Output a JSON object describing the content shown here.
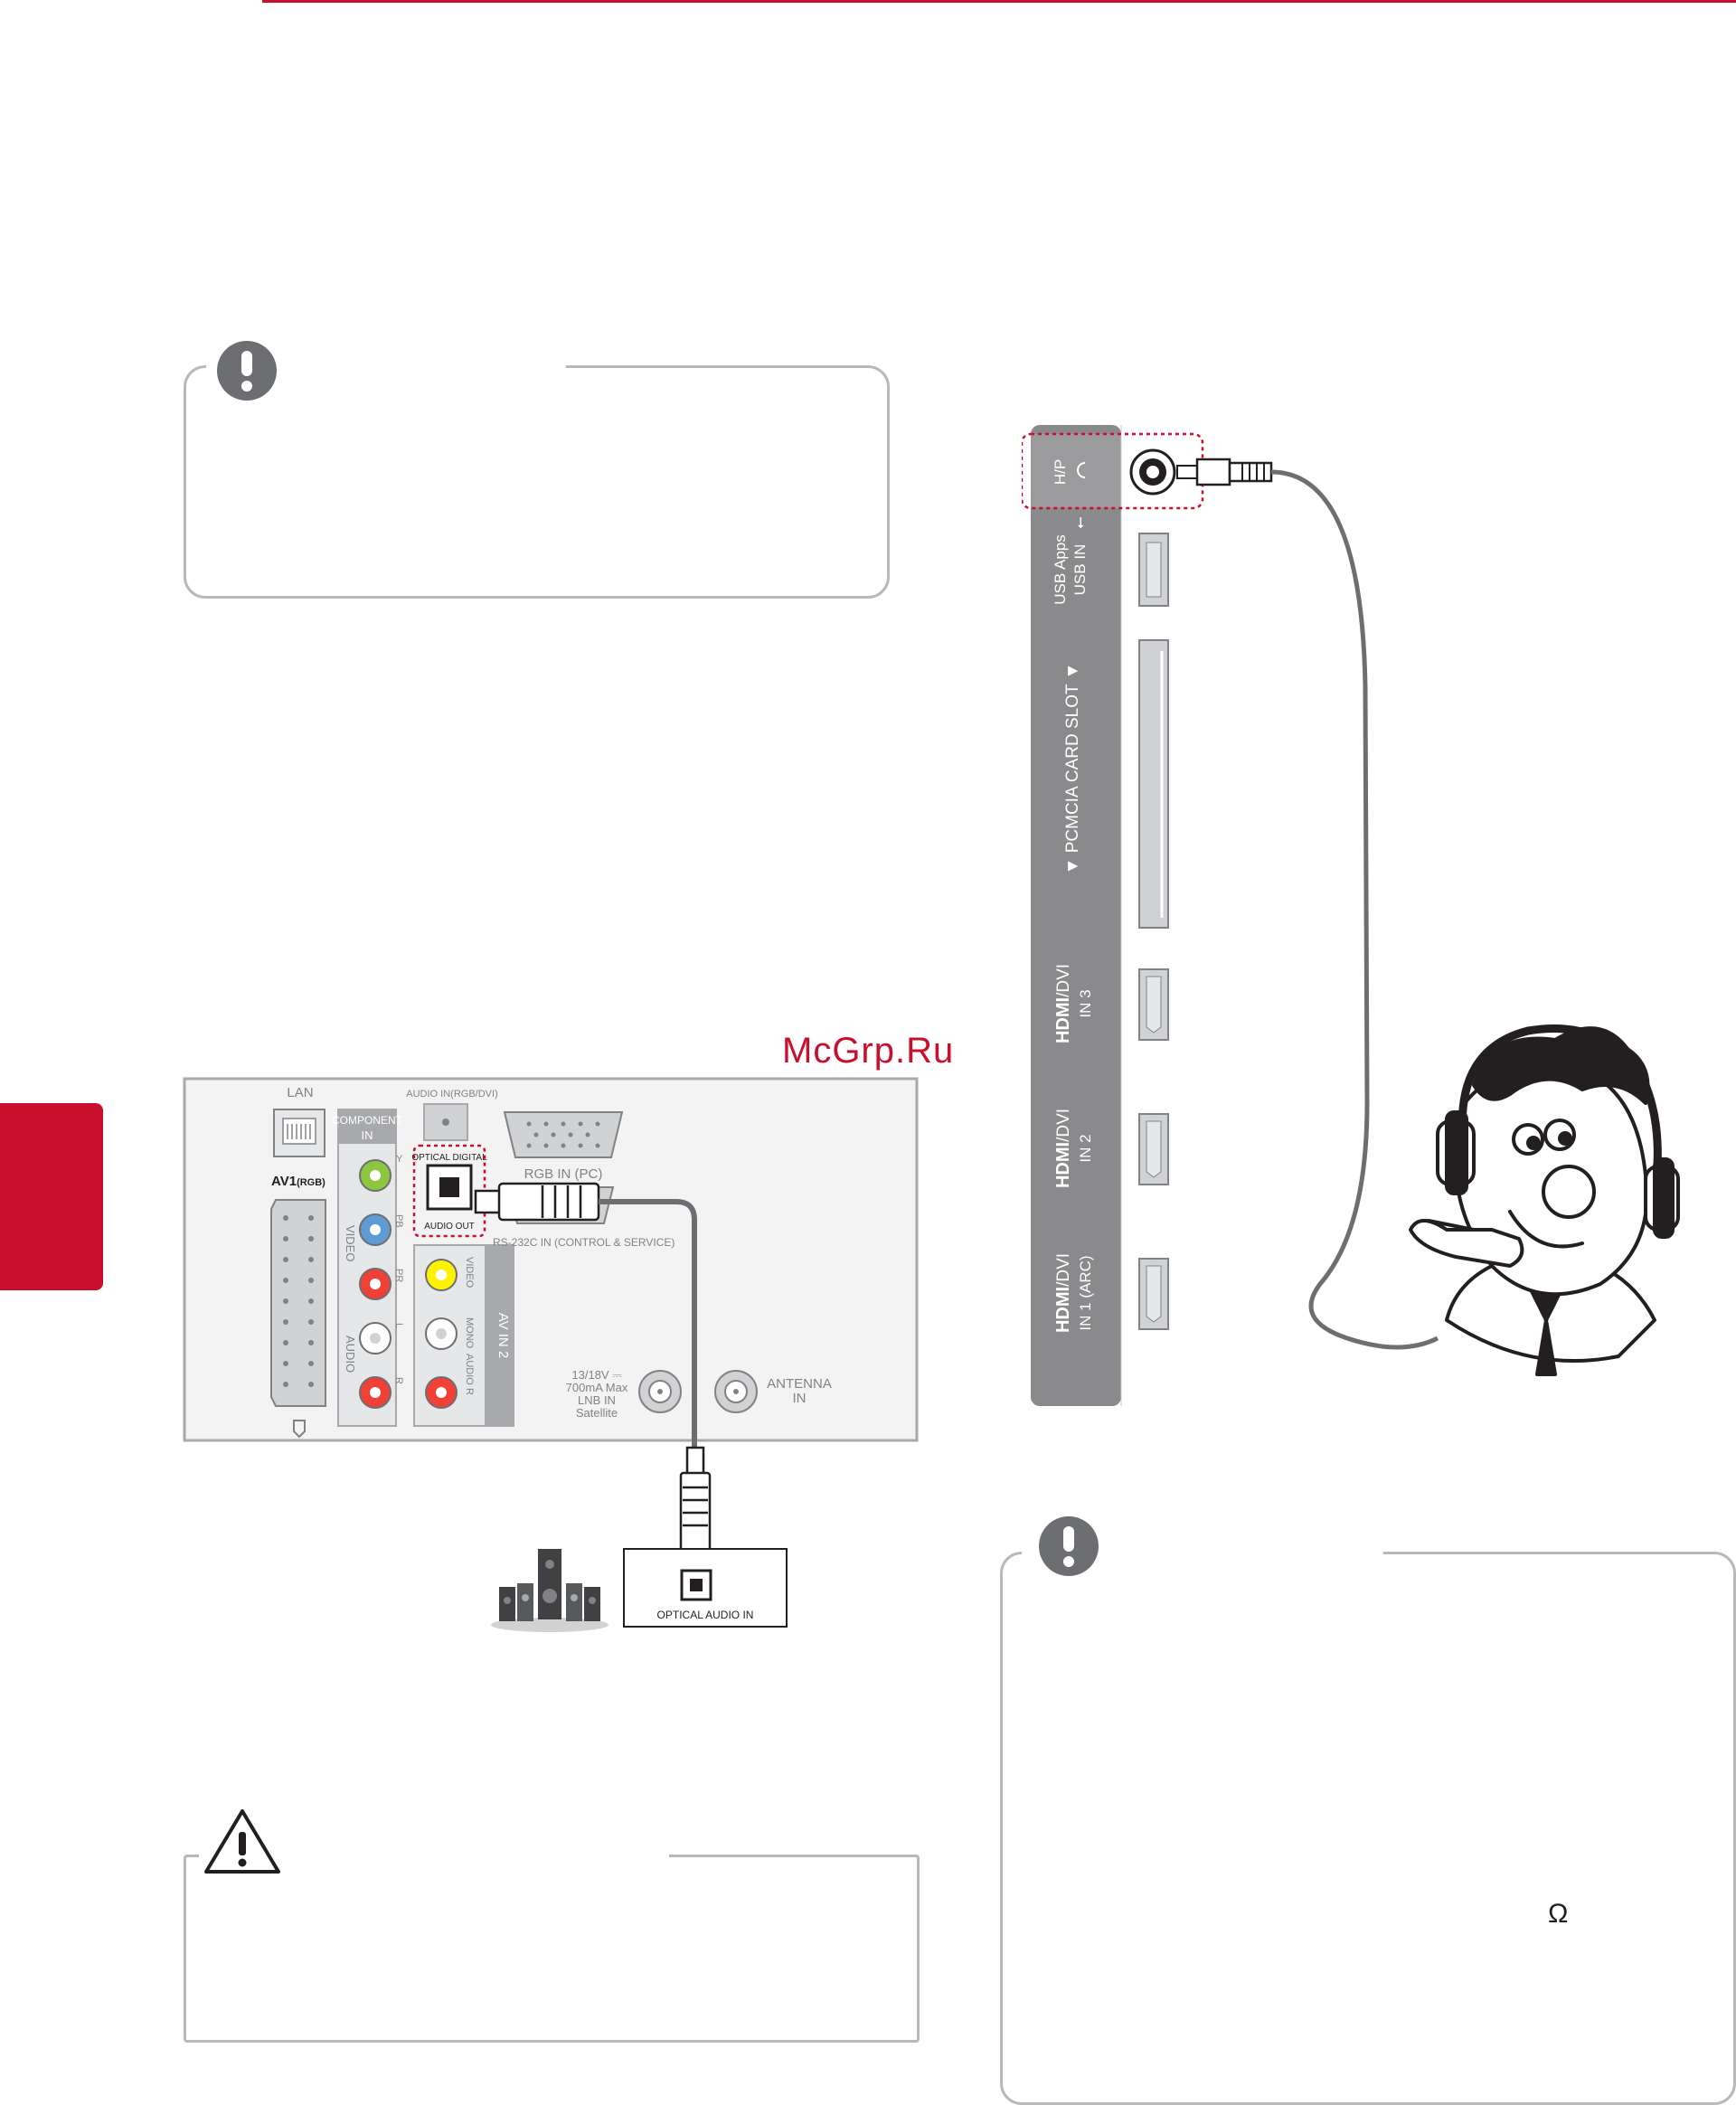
{
  "watermark": "McGrp.Ru",
  "colors": {
    "accent": "#c8102e",
    "panel_gray": "#d1d2d4",
    "side_panel": "#8a8a8c",
    "box_border": "#b9b9b9"
  },
  "icons": {
    "note": "exclamation-circle-icon",
    "caution": "warning-triangle-icon"
  },
  "back_panel": {
    "lan": "LAN",
    "audio_in_rgb_dvi": "AUDIO IN(RGB/DVI)",
    "component": "COMPONENT",
    "component_in": "IN",
    "rgb_in_pc": "RGB IN (PC)",
    "av1": "AV1",
    "av1_rgb": "(RGB)",
    "optical_digital": "OPTICAL DIGITAL",
    "audio_out": "AUDIO OUT",
    "rs232c": "RS-232C IN (CONTROL & SERVICE)",
    "y": "Y",
    "pb": "PB",
    "pr": "PR",
    "video": "VIDEO",
    "audio": "AUDIO",
    "l": "L",
    "r": "R",
    "av_in_2": "AV IN 2",
    "video2": "VIDEO",
    "mono": "MONO",
    "audio2": "AUDIO",
    "r2": "R",
    "lnb_line1": "13/18V ⎓",
    "lnb_line2": "700mA Max",
    "lnb_line3": "LNB IN",
    "lnb_line4": "Satellite",
    "antenna": "ANTENNA",
    "antenna_in": "IN",
    "optical_audio_in": "OPTICAL AUDIO IN"
  },
  "side_panel": {
    "hp": "H/P",
    "usb_apps": "USB Apps",
    "usb_in": "USB IN",
    "pcmcia": "▼ PCMCIA CARD SLOT ▼",
    "hdmi3_brand": "HDMI",
    "hdmi3_dvi": "/DVI",
    "hdmi3_in": "IN 3",
    "hdmi2_brand": "HDMI",
    "hdmi2_dvi": "/DVI",
    "hdmi2_in": "IN 2",
    "hdmi1_brand": "HDMI",
    "hdmi1_dvi": "/DVI",
    "hdmi1_in": "IN 1 (ARC)"
  },
  "ohm_symbol": "Ω"
}
